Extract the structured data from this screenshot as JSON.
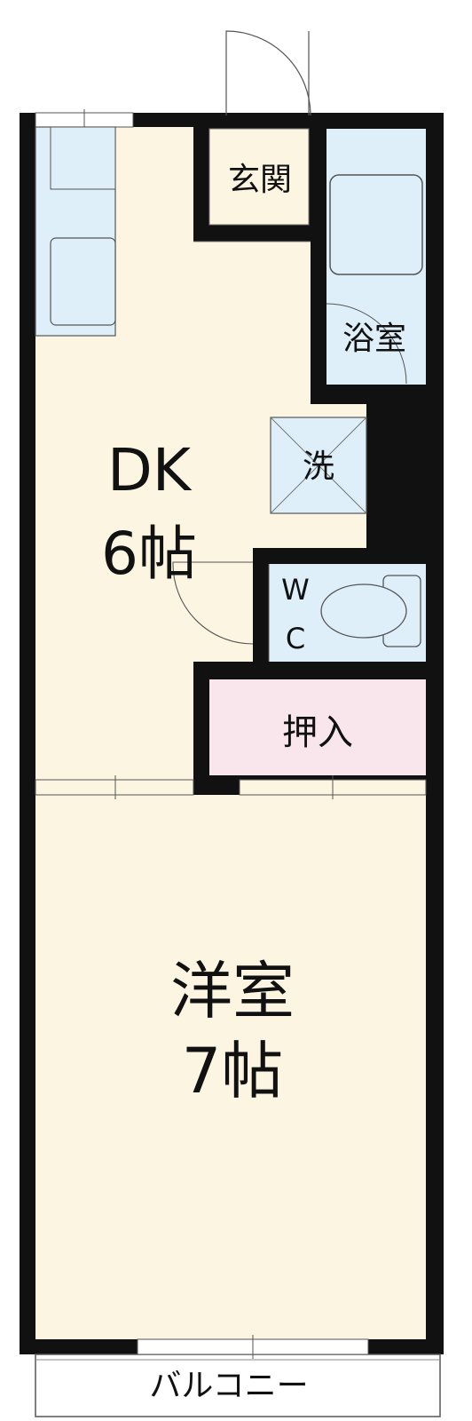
{
  "colors": {
    "wall": "#111111",
    "floor": "#fcf5e1",
    "wet_area": "#deeffa",
    "closet": "#f9e6ec",
    "balcony": "#ffffff",
    "fixture_stroke": "#555555"
  },
  "rooms": {
    "entrance": {
      "label": "玄関"
    },
    "bath": {
      "label": "浴室"
    },
    "washer": {
      "label": "洗"
    },
    "dk": {
      "name": "DK",
      "size": "6帖"
    },
    "wc": {
      "label_top": "W",
      "label_bottom": "C"
    },
    "closet": {
      "label": "押入"
    },
    "western": {
      "name": "洋室",
      "size": "7帖"
    },
    "balcony": {
      "label": "バルコニー"
    }
  }
}
